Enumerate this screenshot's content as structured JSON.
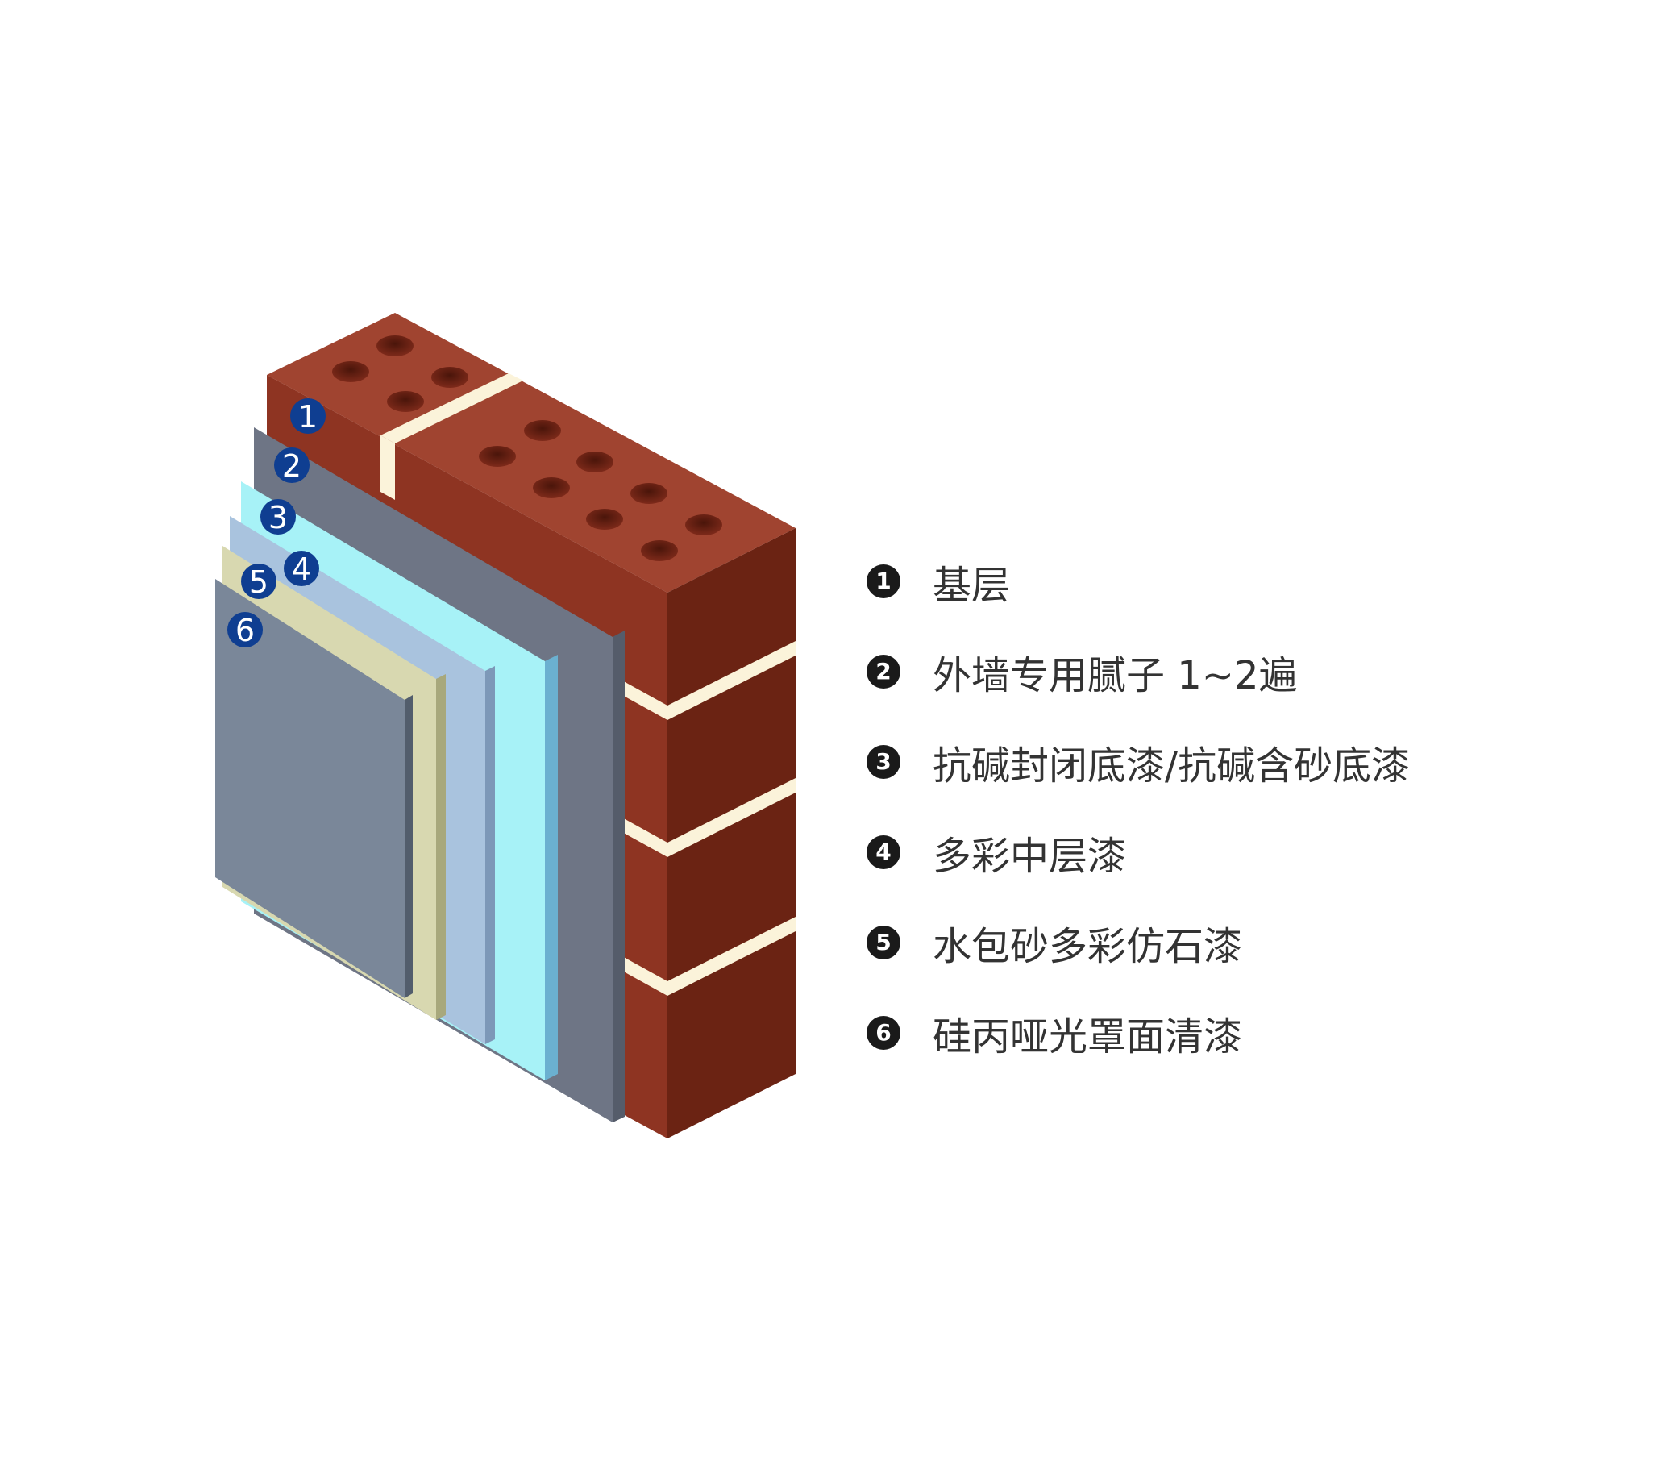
{
  "colors": {
    "brick_front": "#8e3422",
    "brick_side": "#6b2313",
    "brick_top": "#a04430",
    "mortar": "#fbf3da",
    "hole": "#5c1d10",
    "layer2": "#6e7585",
    "layer3": "#a7f2f7",
    "layer4": "#a9c3de",
    "layer5": "#d8d8b0",
    "layer6": "#7a8799",
    "marker": "#0f3e91",
    "bullet": "#1a1a1a",
    "label_text": "#333333"
  },
  "markers": [
    {
      "number": "1",
      "icon": "number-circle-icon"
    },
    {
      "number": "2",
      "icon": "number-circle-icon"
    },
    {
      "number": "3",
      "icon": "number-circle-icon"
    },
    {
      "number": "4",
      "icon": "number-circle-icon"
    },
    {
      "number": "5",
      "icon": "number-circle-icon"
    },
    {
      "number": "6",
      "icon": "number-circle-icon"
    }
  ],
  "legend": [
    {
      "number": "1",
      "label": "基层"
    },
    {
      "number": "2",
      "label": "外墙专用腻子 1~2遍"
    },
    {
      "number": "3",
      "label": "抗碱封闭底漆/抗碱含砂底漆"
    },
    {
      "number": "4",
      "label": "多彩中层漆"
    },
    {
      "number": "5",
      "label": "水包砂多彩仿石漆"
    },
    {
      "number": "6",
      "label": "硅丙哑光罩面清漆"
    }
  ]
}
